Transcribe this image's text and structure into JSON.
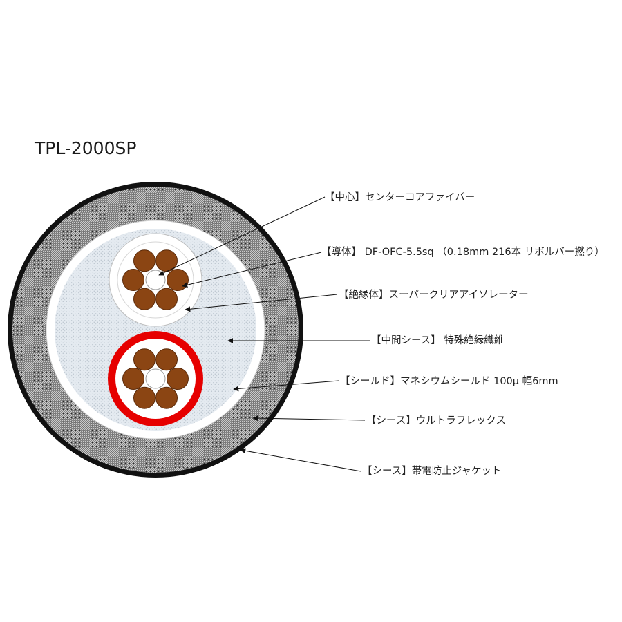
{
  "title": "TPL-2000SP",
  "labels": {
    "center": "【中心】センターコアファイバー",
    "conductor": "【導体】 DF-OFC-5.5sq （0.18mm  216本 リボルバー撚り）",
    "insulator": "【絶縁体】スーパークリアアイソレーター",
    "mid_sheath": "【中間シース】 特殊絶縁繊維",
    "shield": "【シールド】マネシウムシールド 100μ 幅6mm",
    "sheath_ultraflex": "【シース】ウルトラフレックス",
    "sheath_jacket": "【シース】帯電防止ジャケット"
  },
  "colors": {
    "jacket_outline": "#111111",
    "conductor_strand": "#8b4513",
    "shield_ring": "#e60000",
    "center_fiber": "#ffffff",
    "mid_sheath_fill": "#dde4ea"
  }
}
